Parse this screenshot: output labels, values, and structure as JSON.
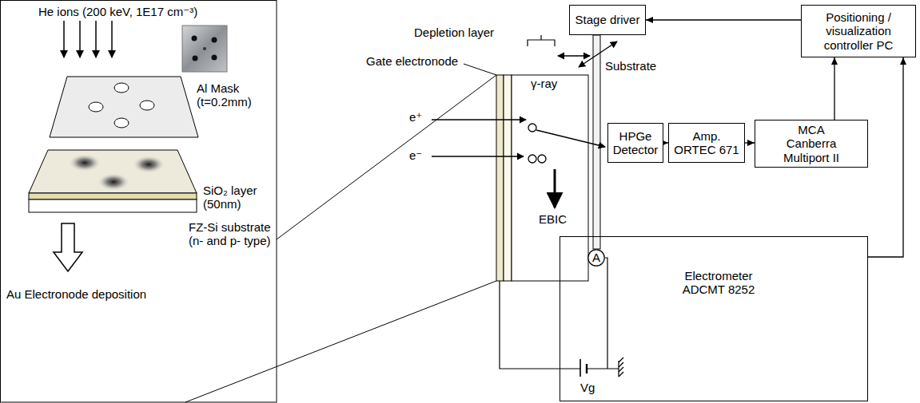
{
  "diagram": {
    "nodes": [
      {
        "text": [
          "Stage driver"
        ]
      },
      {
        "text": [
          "Positioning / visualization controller PC"
        ]
      },
      {
        "text": [
          "HPGe Detector"
        ]
      },
      {
        "text": [
          "Amp. ORTEC 671"
        ]
      },
      {
        "text": [
          "MCA Canberra Multiport II"
        ]
      },
      {
        "text": [
          "Electrometer ADCMT 8252"
        ]
      },
      {
        "text": [
          "A"
        ],
        "in": 5
      }
    ],
    "edges": [
      {
        "from": 1,
        "to": 0,
        "arrow": "to"
      },
      {
        "from": 2,
        "to": 3,
        "arrow": "to"
      },
      {
        "from": 3,
        "to": 4,
        "arrow": "to"
      },
      {
        "from": 4,
        "to": 1,
        "arrow": "to"
      },
      {
        "from": 5,
        "to": 1,
        "arrow": "to"
      }
    ],
    "labels": [
      "He ions (200 keV, 1E17 cm⁻³)",
      "Al Mask",
      "(t=0.2mm)",
      "SiO₂ layer",
      "(50nm)",
      "FZ-Si substrate",
      "(n- and p- type)",
      "Au Electronode deposition",
      "Depletion layer",
      "Gate electronode",
      "Substrate",
      "γ-ray",
      "e⁺",
      "e⁻",
      "EBIC",
      "Vg"
    ]
  }
}
